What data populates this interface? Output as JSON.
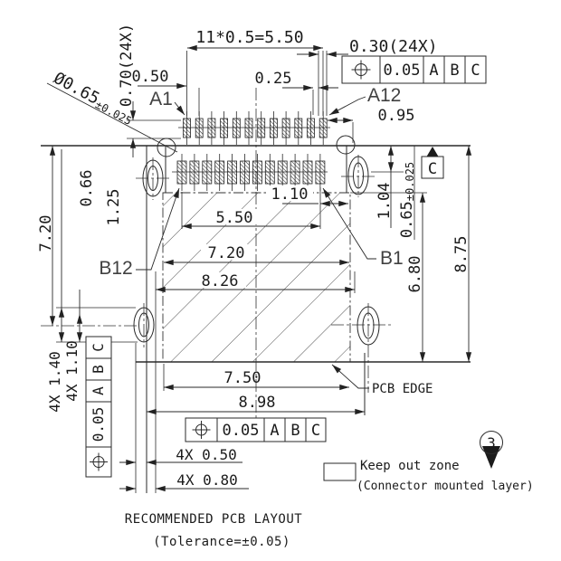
{
  "drawing": {
    "title": "RECOMMENDED PCB LAYOUT",
    "tolerance_note": "(Tolerance=±0.05)",
    "ink_color": "#1b1b1b",
    "background_color": "#ffffff"
  },
  "legend": {
    "keep_out": "Keep out zone",
    "layer_note": "(Connector mounted layer)",
    "balloon_number": "3"
  },
  "labels": {
    "pin_a1": "A1",
    "pin_a12": "A12",
    "pin_b1": "B1",
    "pin_b12": "B12",
    "pcb_edge": "PCB EDGE",
    "datum_c": "C"
  },
  "pins": {
    "rows": 2,
    "per_row": 12
  },
  "dims": {
    "pitch_total": "11*0.5=5.50",
    "pad_width": "0.30(24X)",
    "pad_height": "0.70(24X)",
    "pitch": "0.50",
    "gap": "0.25",
    "a12_to_edge": "0.95",
    "hole_dia_main": "Ø0.65",
    "hole_dia_tol": "±0.025",
    "row_offset": "0.66",
    "row_center_offset": "1.25",
    "left_height": "7.20",
    "b1_inset": "1.10",
    "b_row_span": "5.50",
    "body_width": "7.20",
    "body_outer_width": "8.26",
    "slot_offset": "1.04",
    "slot_width_main": "0.65",
    "slot_width_tol": "±0.025",
    "keepout_height": "6.80",
    "total_height": "8.75",
    "hole_length_outer": "4X 1.40",
    "hole_length_inner": "4X 1.10",
    "keepout_width": "7.50",
    "pcb_width": "8.98",
    "hole_edge_offset": "4X 0.50",
    "hole_width": "4X 0.80"
  },
  "fcf": {
    "tol": "0.05",
    "d1": "A",
    "d2": "B",
    "d3": "C"
  }
}
